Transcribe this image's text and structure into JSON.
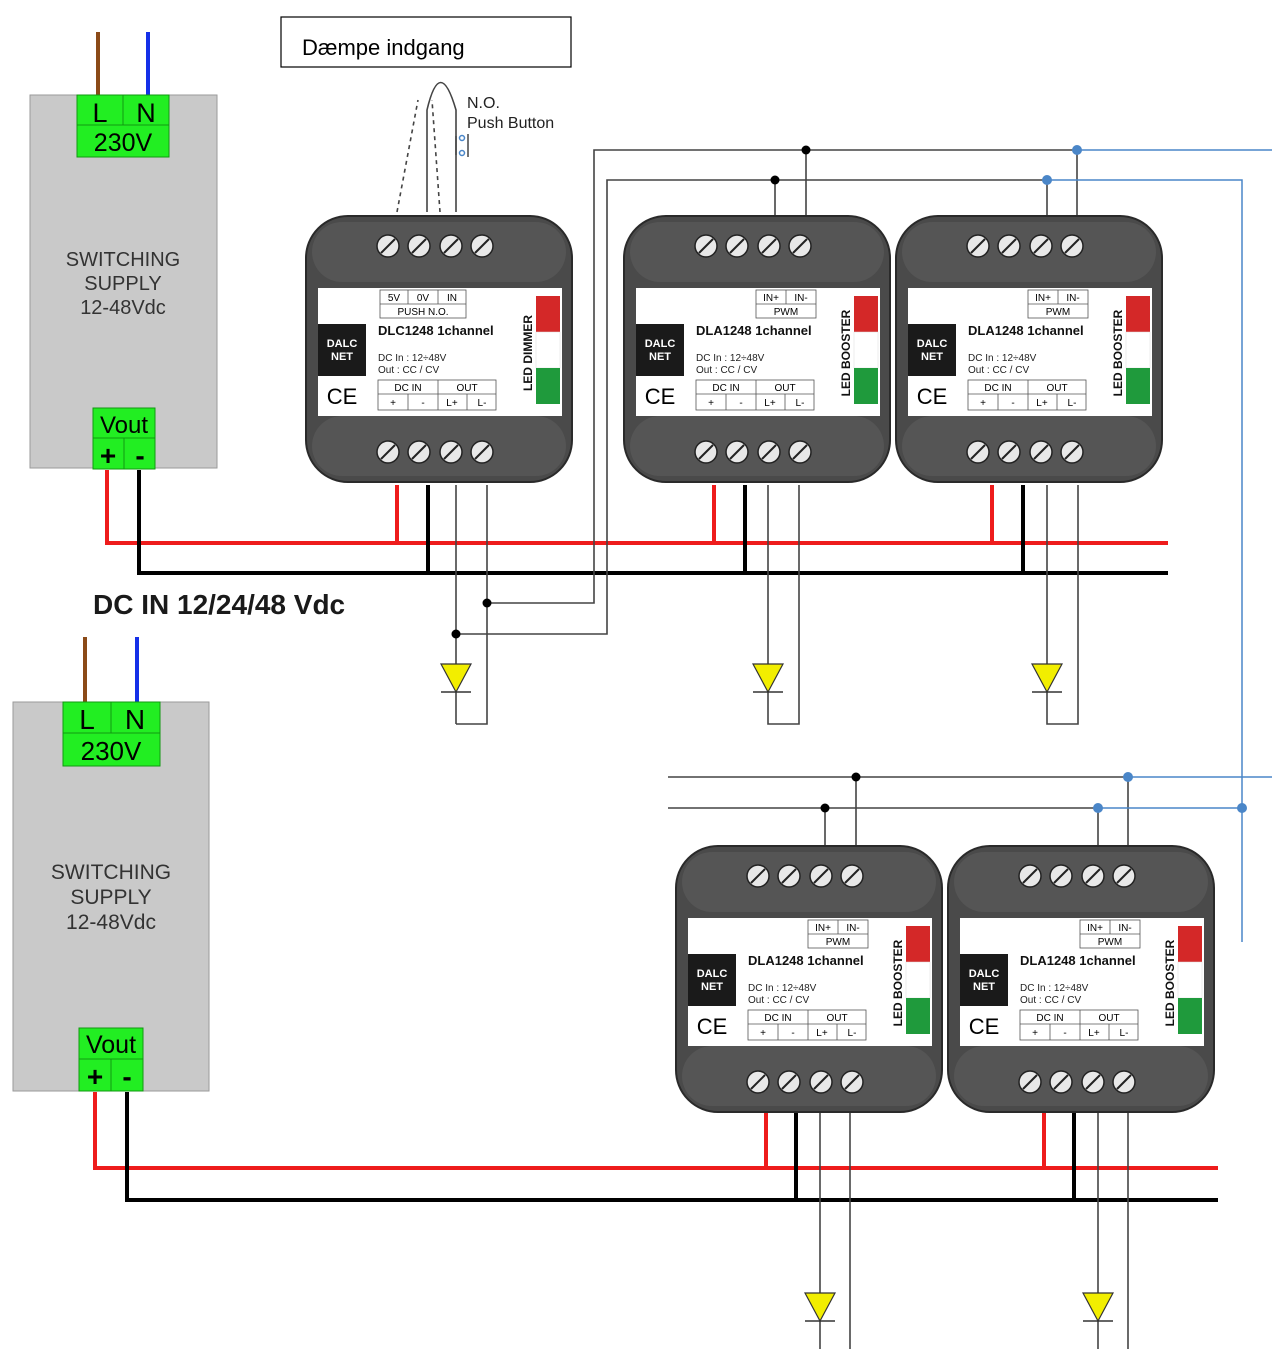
{
  "input_box": {
    "label": "Dæmpe indgang"
  },
  "push_button": {
    "line1": "N.O.",
    "line2": "Push Button"
  },
  "supplies": [
    {
      "l": "L",
      "n": "N",
      "voltage": "230V",
      "title1": "SWITCHING",
      "title2": "SUPPLY",
      "title3": "12-48Vdc",
      "vout": "Vout",
      "plus": "+",
      "minus": "-"
    },
    {
      "l": "L",
      "n": "N",
      "voltage": "230V",
      "title1": "SWITCHING",
      "title2": "SUPPLY",
      "title3": "12-48Vdc",
      "vout": "Vout",
      "plus": "+",
      "minus": "-"
    }
  ],
  "dc_label": "DC IN 12/24/48 Vdc",
  "modules": [
    {
      "model": "DLC1248 1channel",
      "in_a": "5V",
      "in_b": "0V",
      "in_c": "IN",
      "in_sub": "PUSH N.O.",
      "side": "LED DIMMER",
      "brand1": "DALC",
      "brand2": "NET",
      "dcin": "DC In : 12÷48V",
      "out": "Out : CC / CV",
      "dc_in_label": "DC IN",
      "out_label": "OUT",
      "p1": "+",
      "p2": "-",
      "p3": "L+",
      "p4": "L-",
      "ce": "CE"
    },
    {
      "model": "DLA1248 1channel",
      "in_a": "IN+",
      "in_b": "IN-",
      "in_c": "",
      "in_sub": "PWM",
      "side": "LED BOOSTER",
      "brand1": "DALC",
      "brand2": "NET",
      "dcin": "DC In : 12÷48V",
      "out": "Out : CC / CV",
      "dc_in_label": "DC IN",
      "out_label": "OUT",
      "p1": "+",
      "p2": "-",
      "p3": "L+",
      "p4": "L-",
      "ce": "CE"
    },
    {
      "model": "DLA1248 1channel",
      "in_a": "IN+",
      "in_b": "IN-",
      "in_c": "",
      "in_sub": "PWM",
      "side": "LED BOOSTER",
      "brand1": "DALC",
      "brand2": "NET",
      "dcin": "DC In : 12÷48V",
      "out": "Out : CC / CV",
      "dc_in_label": "DC IN",
      "out_label": "OUT",
      "p1": "+",
      "p2": "-",
      "p3": "L+",
      "p4": "L-",
      "ce": "CE"
    },
    {
      "model": "DLA1248 1channel",
      "in_a": "IN+",
      "in_b": "IN-",
      "in_c": "",
      "in_sub": "PWM",
      "side": "LED BOOSTER",
      "brand1": "DALC",
      "brand2": "NET",
      "dcin": "DC In : 12÷48V",
      "out": "Out : CC / CV",
      "dc_in_label": "DC IN",
      "out_label": "OUT",
      "p1": "+",
      "p2": "-",
      "p3": "L+",
      "p4": "L-",
      "ce": "CE"
    },
    {
      "model": "DLA1248 1channel",
      "in_a": "IN+",
      "in_b": "IN-",
      "in_c": "",
      "in_sub": "PWM",
      "side": "LED BOOSTER",
      "brand1": "DALC",
      "brand2": "NET",
      "dcin": "DC In : 12÷48V",
      "out": "Out : CC / CV",
      "dc_in_label": "DC IN",
      "out_label": "OUT",
      "p1": "+",
      "p2": "-",
      "p3": "L+",
      "p4": "L-",
      "ce": "CE"
    }
  ],
  "colors": {
    "positive": "#ee1c1c",
    "negative": "#000000",
    "signal_link": "#4a86c8",
    "terminal_green": "#22ee22",
    "led_yellow": "#f2ee00",
    "module_body": "#4a4a4a",
    "supply_grey": "#c9c9c9"
  }
}
